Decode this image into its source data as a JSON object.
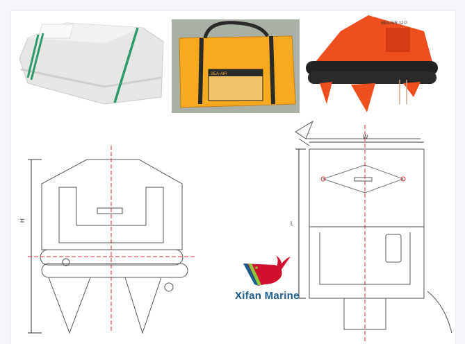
{
  "photos": [
    {
      "name": "canister-container",
      "color": "#e8e8e6",
      "band_color": "#2e9a6a"
    },
    {
      "name": "valise-bag",
      "color": "#f7a920",
      "strap_color": "#2a2a2a",
      "label": "SEA-AIR"
    },
    {
      "name": "inflated-liferaft",
      "color": "#ef4f1f",
      "label": "SEA-AIR 12 P"
    }
  ],
  "drawings": {
    "side_view": {
      "dimension_label": "H"
    },
    "top_view": {
      "width_label": "W",
      "length_label": "L"
    }
  },
  "logo": {
    "text": "Xifan Marine",
    "text_color": "#1d5a8a",
    "whale_color": "#d0102e"
  }
}
